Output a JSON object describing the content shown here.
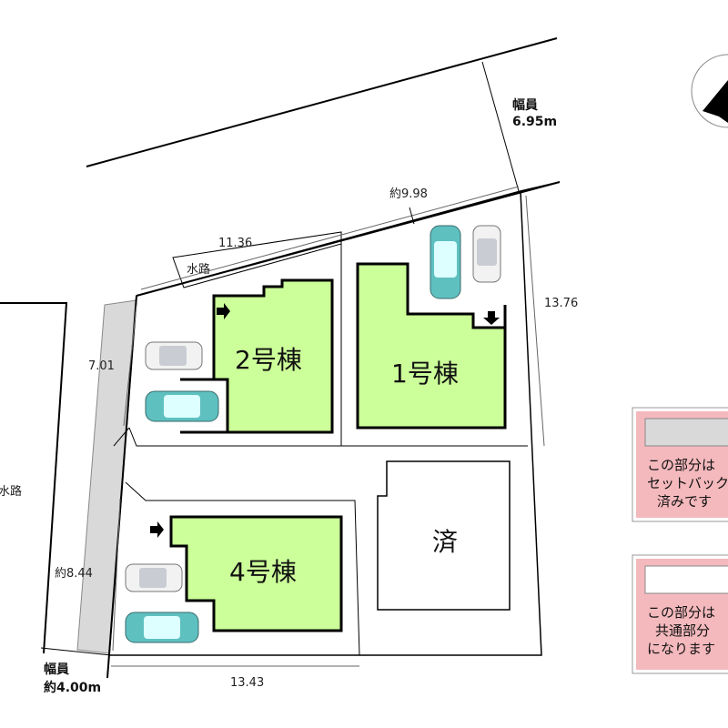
{
  "road_top": {
    "label": "幅員",
    "width": "6.95m"
  },
  "road_left": {
    "label": "幅員",
    "width": "約4.00m"
  },
  "waterway_top": "水路",
  "waterway_left": "水路",
  "dimensions": {
    "top_right": "約9.98",
    "top_left": "11.36",
    "right": "13.76",
    "left_upper": "7.01",
    "left_lower": "約8.44",
    "bottom": "13.43"
  },
  "buildings": {
    "b1": "1号棟",
    "b2": "2号棟",
    "b4": "4号棟",
    "sold": "済"
  },
  "legend": [
    {
      "lines": [
        "この部分は",
        "セットバック",
        "済みです"
      ],
      "swatch_color": "#d9d9d9"
    },
    {
      "lines": [
        "この部分は",
        "共通部分",
        "になります"
      ],
      "swatch_color": "#ffffff"
    }
  ],
  "colors": {
    "building": "#ccff99",
    "legend_bg": "#f4b9bd",
    "setback": "#d9d9d9"
  }
}
